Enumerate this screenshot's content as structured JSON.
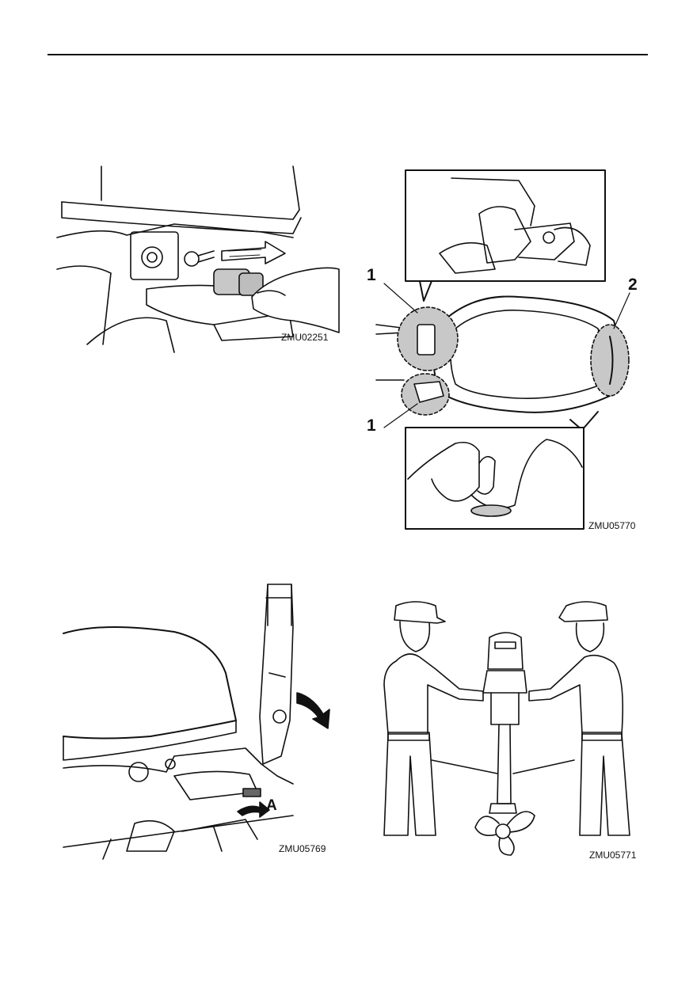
{
  "figures": [
    {
      "code": "ZMU02251",
      "icons": [
        "connector-plug",
        "hand",
        "cowling"
      ]
    },
    {
      "code": "ZMU05770",
      "icons": [
        "cowling-top-view",
        "hand",
        "clamp-lever"
      ],
      "callouts": [
        "1",
        "1",
        "2"
      ]
    },
    {
      "code": "ZMU05769",
      "icons": [
        "tiller-handle",
        "arrow",
        "clamp-lever"
      ],
      "callouts": [
        "A"
      ]
    },
    {
      "code": "ZMU05771",
      "icons": [
        "person",
        "person",
        "outboard-motor",
        "propeller"
      ]
    }
  ]
}
